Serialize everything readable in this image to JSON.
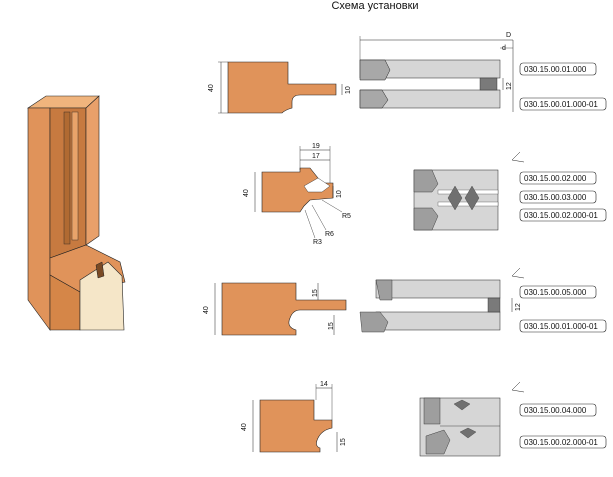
{
  "title": "Схема установки",
  "colors": {
    "wood": "#e0935a",
    "wood_dark": "#c77a40",
    "wood_light": "#f0b47d",
    "panel": "#f5e6c8",
    "steel": "#d6d6d6",
    "steel_dark": "#8a8a8a",
    "line": "#222222"
  },
  "setups": [
    {
      "profile_dims": [
        "40",
        "10"
      ],
      "tool_dims": [
        "D",
        "d",
        "12"
      ],
      "codes": [
        "030.15.00.01.000",
        "030.15.00.01.000-01"
      ]
    },
    {
      "profile_dims": [
        "19",
        "17",
        "40",
        "10",
        "R5",
        "R6",
        "R3"
      ],
      "tool_dims": [],
      "codes": [
        "030.15.00.02.000",
        "030.15.00.03.000",
        "030.15.00.02.000-01"
      ]
    },
    {
      "profile_dims": [
        "40",
        "15",
        "15"
      ],
      "tool_dims": [
        "12"
      ],
      "codes": [
        "030.15.00.05.000",
        "030.15.00.01.000-01"
      ]
    },
    {
      "profile_dims": [
        "14",
        "40",
        "15"
      ],
      "tool_dims": [],
      "codes": [
        "030.15.00.04.000",
        "030.15.00.02.000-01"
      ]
    }
  ]
}
